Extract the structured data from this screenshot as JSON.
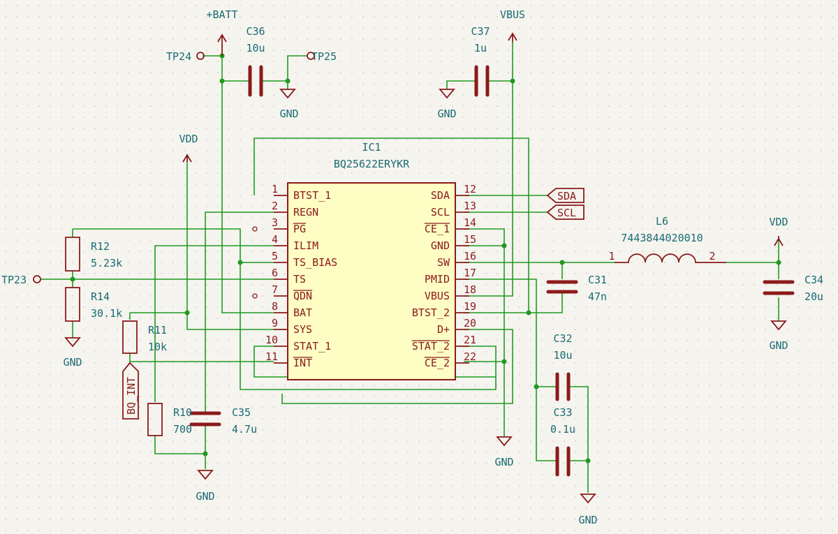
{
  "ic": {
    "ref": "IC1",
    "value": "BQ25622ERYKR",
    "left_pins": [
      {
        "num": "1",
        "name": "BTST_1",
        "overbar": false
      },
      {
        "num": "2",
        "name": "REGN",
        "overbar": false
      },
      {
        "num": "3",
        "name": "PG",
        "overbar": true
      },
      {
        "num": "4",
        "name": "ILIM",
        "overbar": false
      },
      {
        "num": "5",
        "name": "TS_BIAS",
        "overbar": false
      },
      {
        "num": "6",
        "name": "TS",
        "overbar": false
      },
      {
        "num": "7",
        "name": "QDN",
        "overbar": true
      },
      {
        "num": "8",
        "name": "BAT",
        "overbar": false
      },
      {
        "num": "9",
        "name": "SYS",
        "overbar": false
      },
      {
        "num": "10",
        "name": "STAT_1",
        "overbar": false
      },
      {
        "num": "11",
        "name": "INT",
        "overbar": true
      }
    ],
    "right_pins": [
      {
        "num": "12",
        "name": "SDA",
        "overbar": false
      },
      {
        "num": "13",
        "name": "SCL",
        "overbar": false
      },
      {
        "num": "14",
        "name": "CE_1",
        "overbar": true
      },
      {
        "num": "15",
        "name": "GND",
        "overbar": false
      },
      {
        "num": "16",
        "name": "SW",
        "overbar": false
      },
      {
        "num": "17",
        "name": "PMID",
        "overbar": false
      },
      {
        "num": "18",
        "name": "VBUS",
        "overbar": false
      },
      {
        "num": "19",
        "name": "BTST_2",
        "overbar": false
      },
      {
        "num": "20",
        "name": "D+",
        "overbar": false
      },
      {
        "num": "21",
        "name": "STAT_2",
        "overbar": true
      },
      {
        "num": "22",
        "name": "CE_2",
        "overbar": true
      }
    ]
  },
  "components": [
    {
      "ref": "C36",
      "value": "10u"
    },
    {
      "ref": "C37",
      "value": "1u"
    },
    {
      "ref": "R12",
      "value": "5.23k"
    },
    {
      "ref": "R14",
      "value": "30.1k"
    },
    {
      "ref": "R11",
      "value": "10k"
    },
    {
      "ref": "R10",
      "value": "700"
    },
    {
      "ref": "C35",
      "value": "4.7u"
    },
    {
      "ref": "C31",
      "value": "47n"
    },
    {
      "ref": "L6",
      "value": "7443844020010"
    },
    {
      "ref": "C34",
      "value": "20u"
    },
    {
      "ref": "C32",
      "value": "10u"
    },
    {
      "ref": "C33",
      "value": "0.1u"
    }
  ],
  "power": {
    "batt": "+BATT",
    "vbus": "VBUS",
    "vdd": "VDD",
    "gnd": "GND"
  },
  "test_points": [
    "TP24",
    "TP25",
    "TP23"
  ],
  "labels": {
    "sda": "SDA",
    "scl": "SCL",
    "bq_int": "BQ_INT"
  },
  "inductor_pins": [
    "1",
    "2"
  ],
  "colors": {
    "background": "#f5f4ef",
    "wire": "#1f9a1f",
    "component": "#8b1a1a",
    "ic_fill": "#fdfdc4",
    "reference": "#1a6b72"
  }
}
